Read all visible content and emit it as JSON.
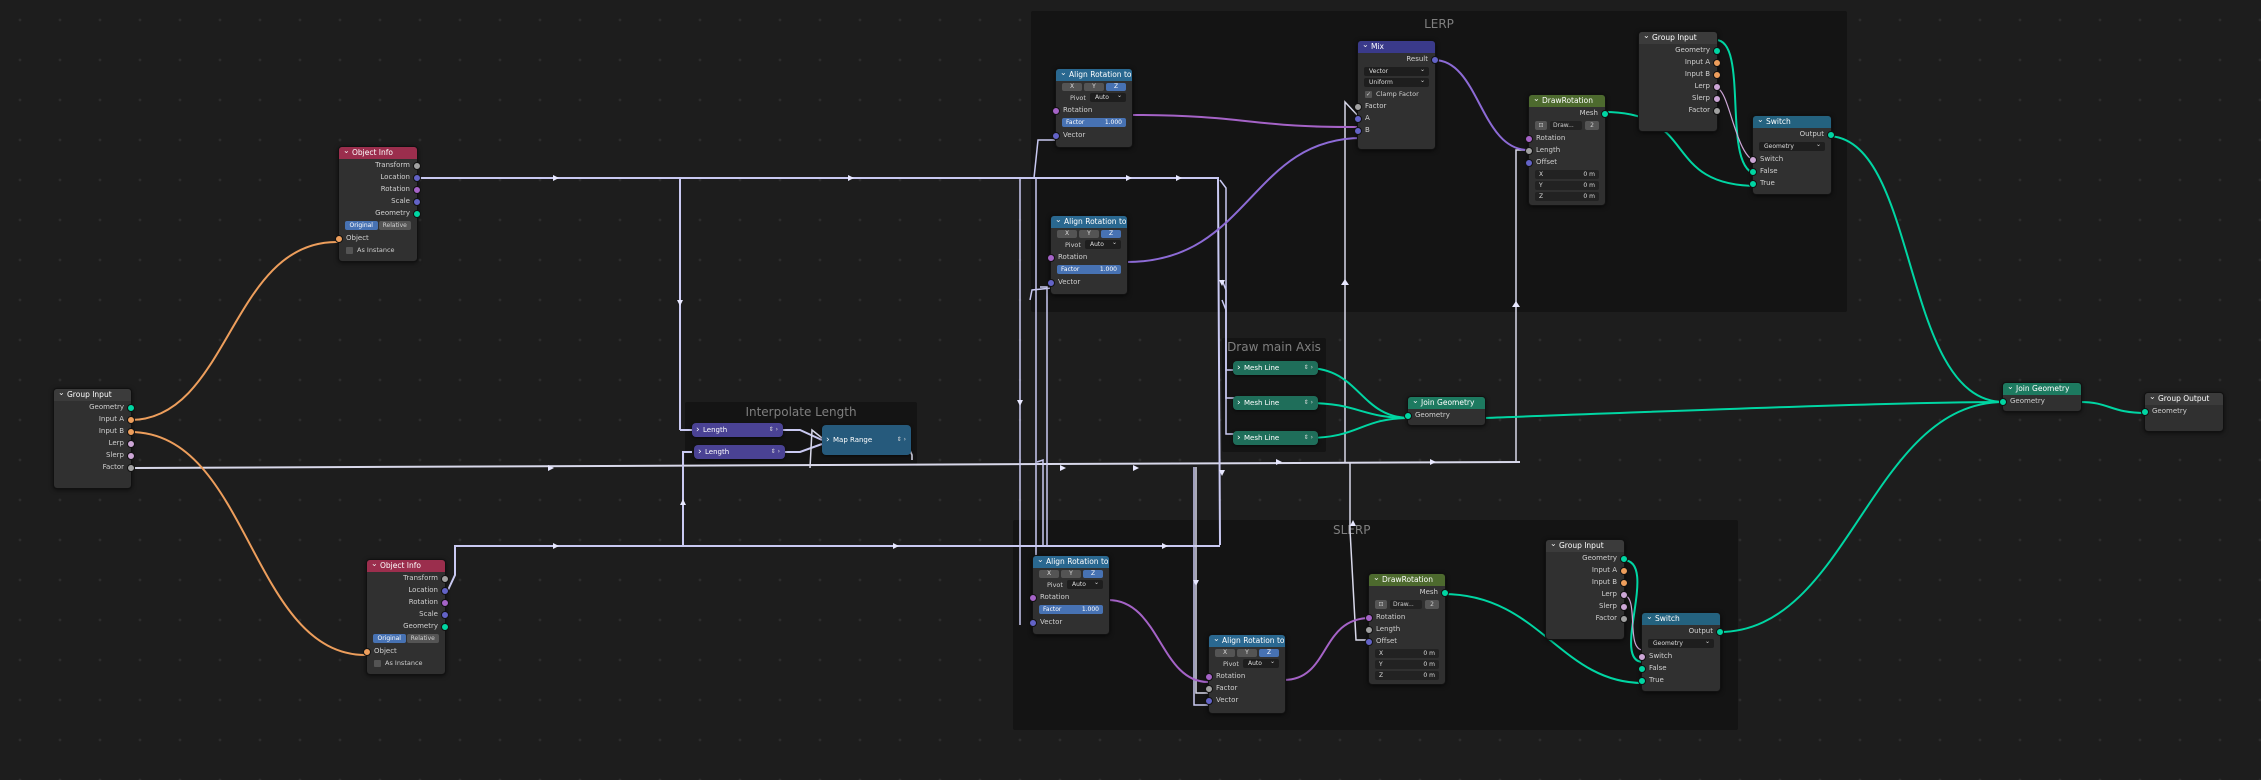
{
  "frames": {
    "lerp": "LERP",
    "slerp": "SLERP",
    "draw_main_axis": "Draw main Axis",
    "interpolate_length": "Interpolate Length"
  },
  "nodes": {
    "group_input_main": {
      "title": "Group Input",
      "outputs": [
        "Geometry",
        "Input A",
        "Input B",
        "Lerp",
        "Slerp",
        "Factor"
      ]
    },
    "object_info_top": {
      "title": "Object Info",
      "outputs": [
        "Transform",
        "Location",
        "Rotation",
        "Scale",
        "Geometry"
      ],
      "mode_buttons": [
        "Original",
        "Relative"
      ],
      "inputs": [
        "Object",
        "As Instance"
      ]
    },
    "object_info_bottom": {
      "title": "Object Info",
      "outputs": [
        "Transform",
        "Location",
        "Rotation",
        "Scale",
        "Geometry"
      ],
      "mode_buttons": [
        "Original",
        "Relative"
      ],
      "inputs": [
        "Object",
        "As Instance"
      ]
    },
    "align_lerp_1": {
      "title": "Align Rotation to ...",
      "axes": [
        "X",
        "Y",
        "Z"
      ],
      "pivot_label": "Pivot",
      "pivot_value": "Auto",
      "rotation_label": "Rotation",
      "factor_label": "Factor",
      "factor_value": "1.000",
      "vector_label": "Vector"
    },
    "align_lerp_2": {
      "title": "Align Rotation to ...",
      "axes": [
        "X",
        "Y",
        "Z"
      ],
      "pivot_label": "Pivot",
      "pivot_value": "Auto",
      "rotation_label": "Rotation",
      "factor_label": "Factor",
      "factor_value": "1.000",
      "vector_label": "Vector"
    },
    "align_slerp_1": {
      "title": "Align Rotation to ...",
      "axes": [
        "X",
        "Y",
        "Z"
      ],
      "pivot_label": "Pivot",
      "pivot_value": "Auto",
      "rotation_label": "Rotation",
      "factor_label": "Factor",
      "factor_value": "1.000",
      "vector_label": "Vector"
    },
    "align_slerp_2": {
      "title": "Align Rotation to ...",
      "axes": [
        "X",
        "Y",
        "Z"
      ],
      "pivot_label": "Pivot",
      "pivot_value": "Auto",
      "rotation_label": "Rotation",
      "factor_label": "Factor",
      "vector_label": "Vector"
    },
    "mix": {
      "title": "Mix",
      "result_label": "Result",
      "data_type": "Vector",
      "factor_mode": "Uniform",
      "clamp_label": "Clamp Factor",
      "inputs": [
        "Factor",
        "A",
        "B"
      ]
    },
    "draw_rotation_lerp": {
      "title": "DrawRotation",
      "mesh_label": "Mesh",
      "instance_name": "Draw...",
      "instance_users": "2",
      "inputs": [
        "Rotation",
        "Length",
        "Offset"
      ],
      "offset": [
        {
          "axis": "X",
          "value": "0 m"
        },
        {
          "axis": "Y",
          "value": "0 m"
        },
        {
          "axis": "Z",
          "value": "0 m"
        }
      ]
    },
    "draw_rotation_slerp": {
      "title": "DrawRotation",
      "mesh_label": "Mesh",
      "instance_name": "Draw...",
      "instance_users": "2",
      "inputs": [
        "Rotation",
        "Length",
        "Offset"
      ],
      "offset": [
        {
          "axis": "X",
          "value": "0 m"
        },
        {
          "axis": "Y",
          "value": "0 m"
        },
        {
          "axis": "Z",
          "value": "0 m"
        }
      ]
    },
    "group_input_lerp": {
      "title": "Group Input",
      "outputs": [
        "Geometry",
        "Input A",
        "Input B",
        "Lerp",
        "Slerp",
        "Factor"
      ]
    },
    "group_input_slerp": {
      "title": "Group Input",
      "outputs": [
        "Geometry",
        "Input A",
        "Input B",
        "Lerp",
        "Slerp",
        "Factor"
      ]
    },
    "switch_lerp": {
      "title": "Switch",
      "output_label": "Output",
      "type": "Geometry",
      "inputs": [
        "Switch",
        "False",
        "True"
      ]
    },
    "switch_slerp": {
      "title": "Switch",
      "output_label": "Output",
      "type": "Geometry",
      "inputs": [
        "Switch",
        "False",
        "True"
      ]
    },
    "mesh_lines": [
      "Mesh Line",
      "Mesh Line",
      "Mesh Line"
    ],
    "join_axis": {
      "title": "Join Geometry",
      "socket": "Geometry"
    },
    "join_final": {
      "title": "Join Geometry",
      "socket": "Geometry"
    },
    "group_output": {
      "title": "Group Output",
      "socket": "Geometry"
    },
    "length_nodes": [
      "Length",
      "Length"
    ],
    "map_range": {
      "title": "Map Range"
    }
  },
  "colors": {
    "geometry": "#00d6a3",
    "vector": "#6363c7",
    "rotation": "#a563c7",
    "object": "#ed9e5c",
    "float": "#a1a1a1"
  },
  "icons": [
    "chevron-down-icon",
    "chevron-right-icon",
    "checkbox-checked-icon",
    "node-group-icon"
  ]
}
